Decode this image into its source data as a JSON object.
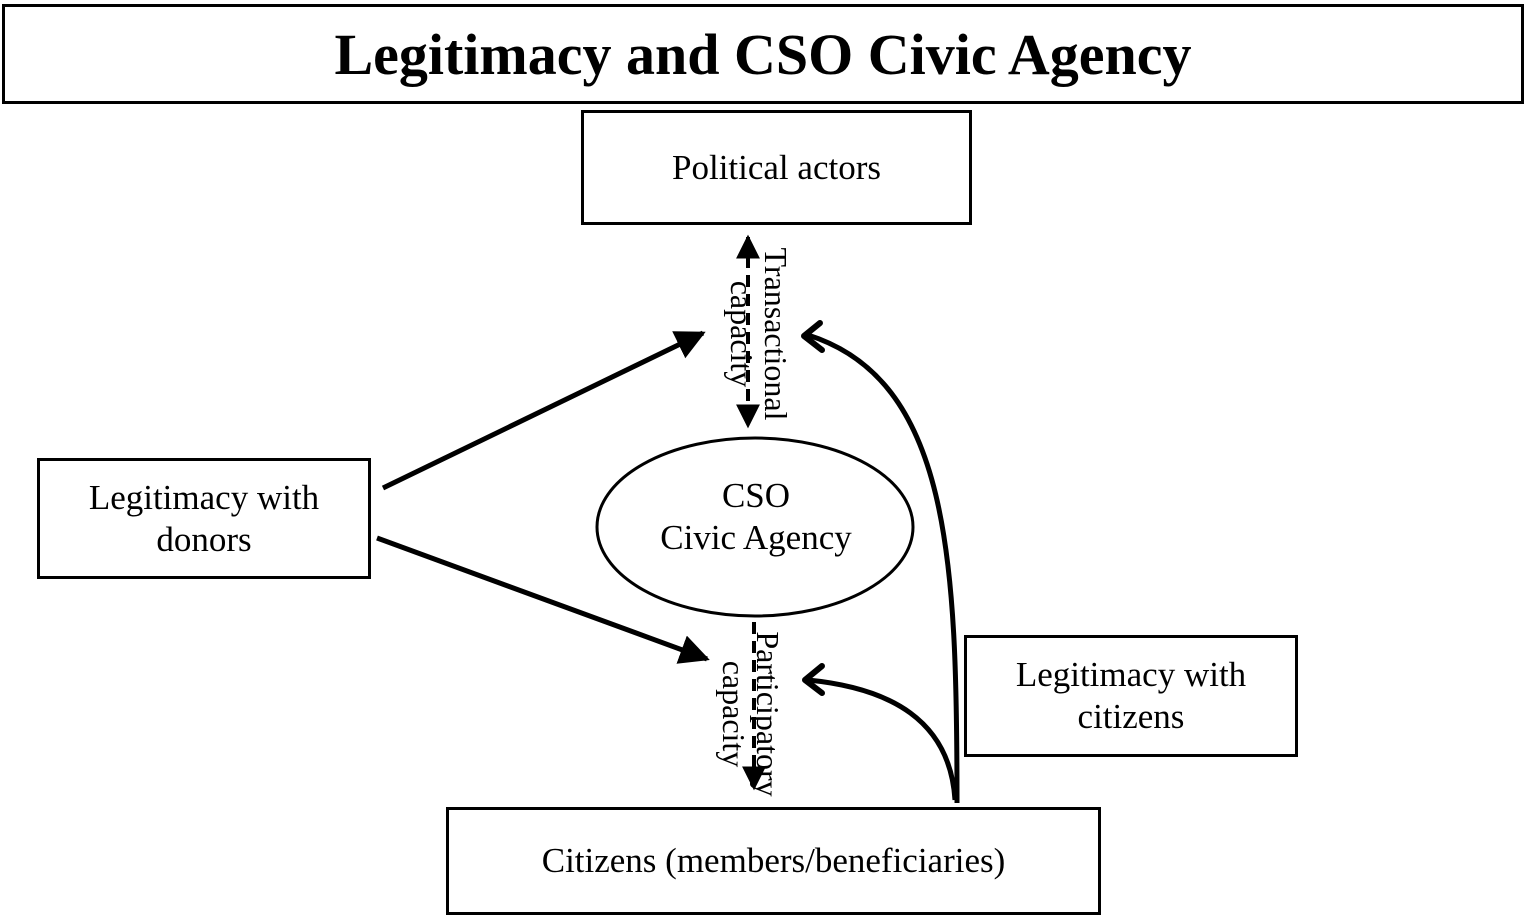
{
  "title": "Legitimacy and CSO Civic Agency",
  "nodes": {
    "political_actors": "Political actors",
    "legitimacy_donors_line1": "Legitimacy with",
    "legitimacy_donors_line2": "donors",
    "cso_line1": "CSO",
    "cso_line2": "Civic Agency",
    "legitimacy_citizens_line1": "Legitimacy with",
    "legitimacy_citizens_line2": "citizens",
    "citizens": "Citizens (members/beneficiaries)"
  },
  "labels": {
    "transactional_line1": "Transactional",
    "transactional_line2": "capacity",
    "participatory_line1": "Participatory",
    "participatory_line2": "capacity"
  }
}
